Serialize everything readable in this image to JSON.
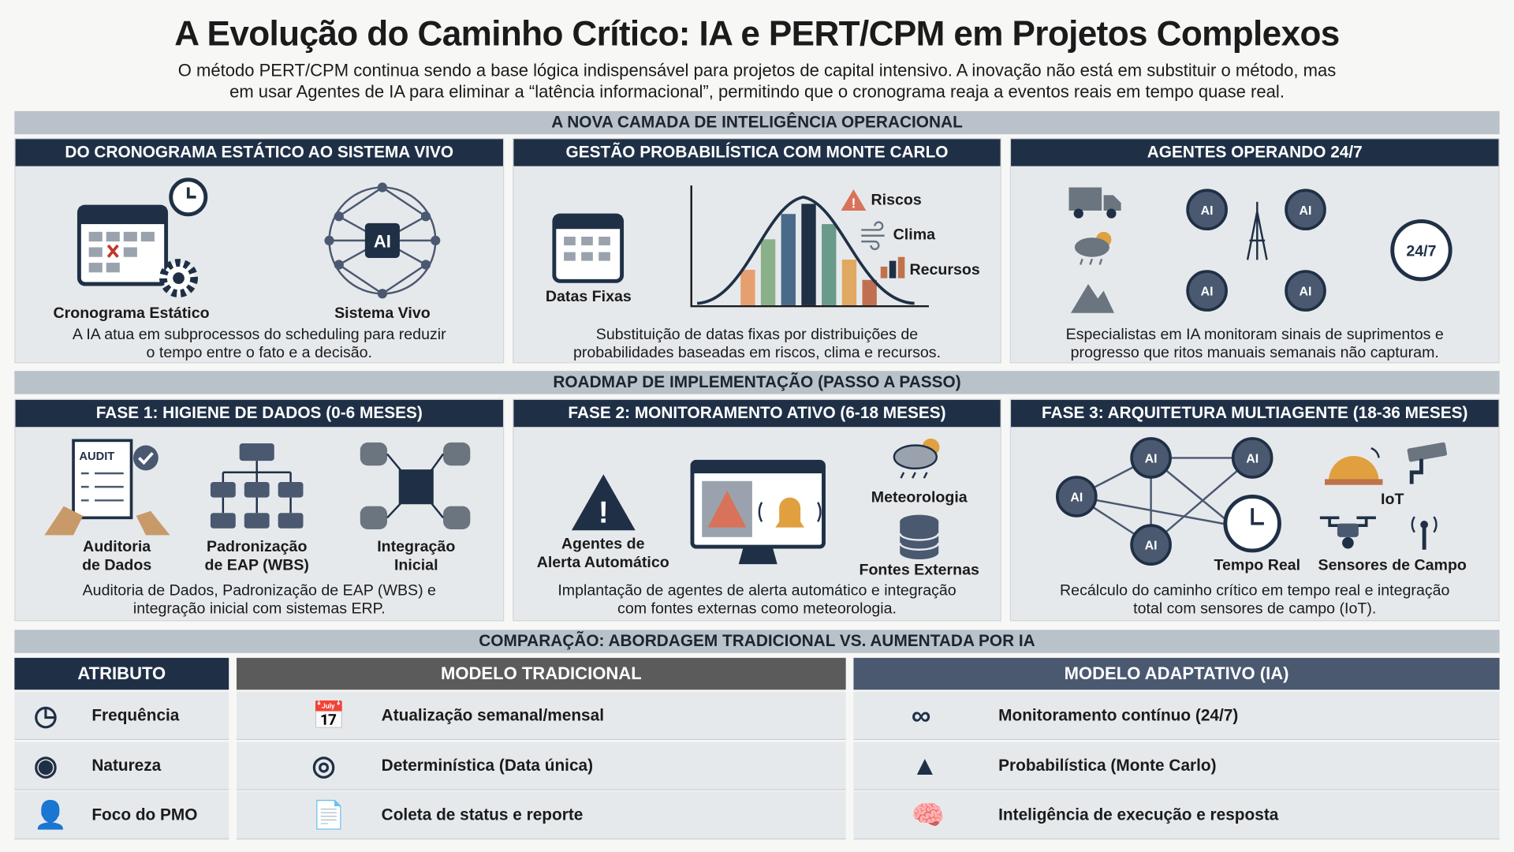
{
  "title": "A Evolução do Caminho Crítico: IA e PERT/CPM em Projetos Complexos",
  "subtitle": [
    "O método PERT/CPM continua sendo a base lógica indispensável para projetos de capital intensivo. A inovação não está em substituir o método, mas",
    "em usar Agentes de IA para eliminar a “latência informacional”, permitindo que o cronograma reaja a eventos reais em tempo quase real."
  ],
  "section1": {
    "title": "A NOVA CAMADA DE INTELIGÊNCIA OPERACIONAL",
    "panels": [
      {
        "title": "DO CRONOGRAMA ESTÁTICO AO SISTEMA VIVO",
        "labels": [
          "Cronograma Estático",
          "Sistema Vivo"
        ],
        "icon_text": "AI",
        "caption": [
          "A IA atua em subprocessos do scheduling para reduzir",
          "o tempo entre o fato e a decisão."
        ]
      },
      {
        "title": "GESTÃO PROBABILÍSTICA COM MONTE CARLO",
        "labels": [
          "Datas Fixas",
          "Riscos",
          "Clima",
          "Recursos"
        ],
        "caption": [
          "Substituição de datas fixas por distribuições de",
          "probabilidades baseadas em riscos, clima e recursos."
        ]
      },
      {
        "title": "AGENTES OPERANDO 24/7",
        "icon_text": "24/7",
        "ai_text": "AI",
        "caption": [
          "Especialistas em IA monitoram sinais de suprimentos e",
          "progresso que ritos manuais semanais não capturam."
        ]
      }
    ]
  },
  "section2": {
    "title": "ROADMAP DE IMPLEMENTAÇÃO (PASSO A PASSO)",
    "phases": [
      {
        "title": "FASE 1: HIGIENE DE DADOS (0-6 MESES)",
        "audit_text": "AUDIT",
        "labels": [
          [
            "Auditoria",
            "de Dados"
          ],
          [
            "Padronização",
            "de EAP (WBS)"
          ],
          [
            "Integração",
            "Inicial"
          ]
        ],
        "caption": [
          "Auditoria de Dados, Padronização de EAP (WBS) e",
          "integração inicial com sistemas ERP."
        ]
      },
      {
        "title": "FASE 2: MONITORAMENTO ATIVO (6-18 MESES)",
        "labels": [
          [
            "Agentes de",
            "Alerta Automático"
          ],
          [
            "Meteorologia"
          ],
          [
            "Fontes Externas"
          ]
        ],
        "caption": [
          "Implantação de agentes de alerta automático e integração",
          "com fontes externas como meteorologia."
        ]
      },
      {
        "title": "FASE 3: ARQUITETURA MULTIAGENTE (18-36 MESES)",
        "ai_text": "AI",
        "labels": [
          "Tempo Real",
          "IoT",
          "Sensores de Campo"
        ],
        "caption": [
          "Recálculo do caminho crítico em tempo real e integração",
          "total com sensores de campo (IoT)."
        ]
      }
    ]
  },
  "section3": {
    "title": "COMPARAÇÃO: ABORDAGEM TRADICIONAL VS. AUMENTADA POR IA",
    "headers": [
      "ATRIBUTO",
      "MODELO TRADICIONAL",
      "MODELO ADAPTATIVO (IA)"
    ],
    "rows": [
      {
        "attribute": "Frequência",
        "traditional": "Atualização semanal/mensal",
        "adaptive": "Monitoramento contínuo (24/7)"
      },
      {
        "attribute": "Natureza",
        "traditional": "Determinística (Data única)",
        "adaptive": "Probabilística (Monte Carlo)"
      },
      {
        "attribute": "Foco do PMO",
        "traditional": "Coleta de status e reporte",
        "adaptive": "Inteligência de execução e resposta"
      }
    ]
  },
  "colors": {
    "navy": "#1f3046",
    "band": "#b9c1c9",
    "traditional": "#5b5b5b",
    "adaptive": "#4a5870",
    "panel": "#e6e9ec"
  },
  "chart_bars": [
    0.35,
    0.65,
    0.9,
    1.0,
    0.8,
    0.45,
    0.25
  ]
}
